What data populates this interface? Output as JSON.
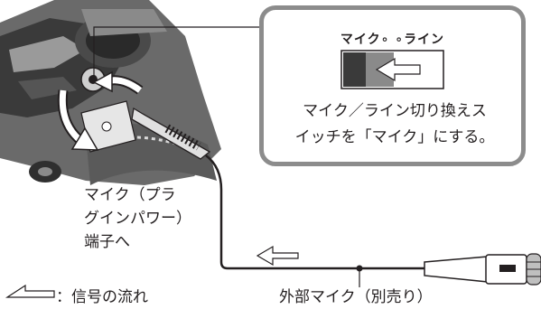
{
  "switch_callout": {
    "header_left": "マイク",
    "header_right": "ライン",
    "description_line1": "マイク／ライン切り換えス",
    "description_line2": "イッチを「マイク」にする。"
  },
  "jack_label": {
    "line1": "マイク（プラ",
    "line2": "グインパワー）",
    "line3": "端子へ"
  },
  "legend_label": "：信号の流れ",
  "mic_label": "外部マイク（別売り）",
  "colors": {
    "line": "#231f20",
    "frame": "#8c8c8c",
    "camera_dark": "#3a3a3a",
    "camera_mid": "#777777"
  }
}
